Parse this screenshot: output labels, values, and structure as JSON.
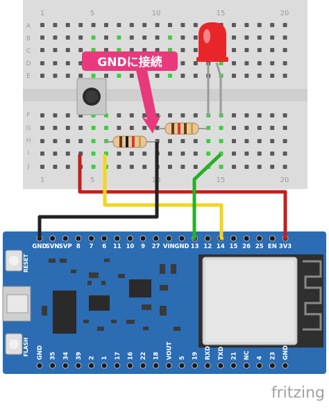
{
  "breadboard": {
    "row_labels": [
      "A",
      "B",
      "C",
      "D",
      "E",
      "F",
      "G",
      "H",
      "I",
      "J"
    ],
    "column_numbers": [
      "1",
      "5",
      "10",
      "15",
      "20"
    ]
  },
  "callout": {
    "text": "GNDに接続",
    "color": "#e8397d"
  },
  "board": {
    "top_pins": [
      "GND",
      "SVN",
      "SVP",
      "8",
      "7",
      "6",
      "11",
      "10",
      "9",
      "27",
      "VIN",
      "GND",
      "13",
      "12",
      "14",
      "15",
      "26",
      "25",
      "EN",
      "3V3"
    ],
    "bottom_pins": [
      "GND",
      "35",
      "34",
      "39",
      "2",
      "1",
      "17",
      "16",
      "22",
      "18",
      "VOUT",
      "5",
      "19",
      "RXD",
      "TXD",
      "21",
      "NC",
      "4",
      "23",
      "GND"
    ],
    "reset_label": "RESET",
    "flash_label": "FLASH",
    "color": "#2b6cb3"
  },
  "wires": [
    {
      "name": "red",
      "color": "#c41e1e"
    },
    {
      "name": "yellow",
      "color": "#f2d61c"
    },
    {
      "name": "black",
      "color": "#222222"
    },
    {
      "name": "green",
      "color": "#27b027"
    }
  ],
  "led_color": "#e8262a",
  "brand": "fritzing"
}
